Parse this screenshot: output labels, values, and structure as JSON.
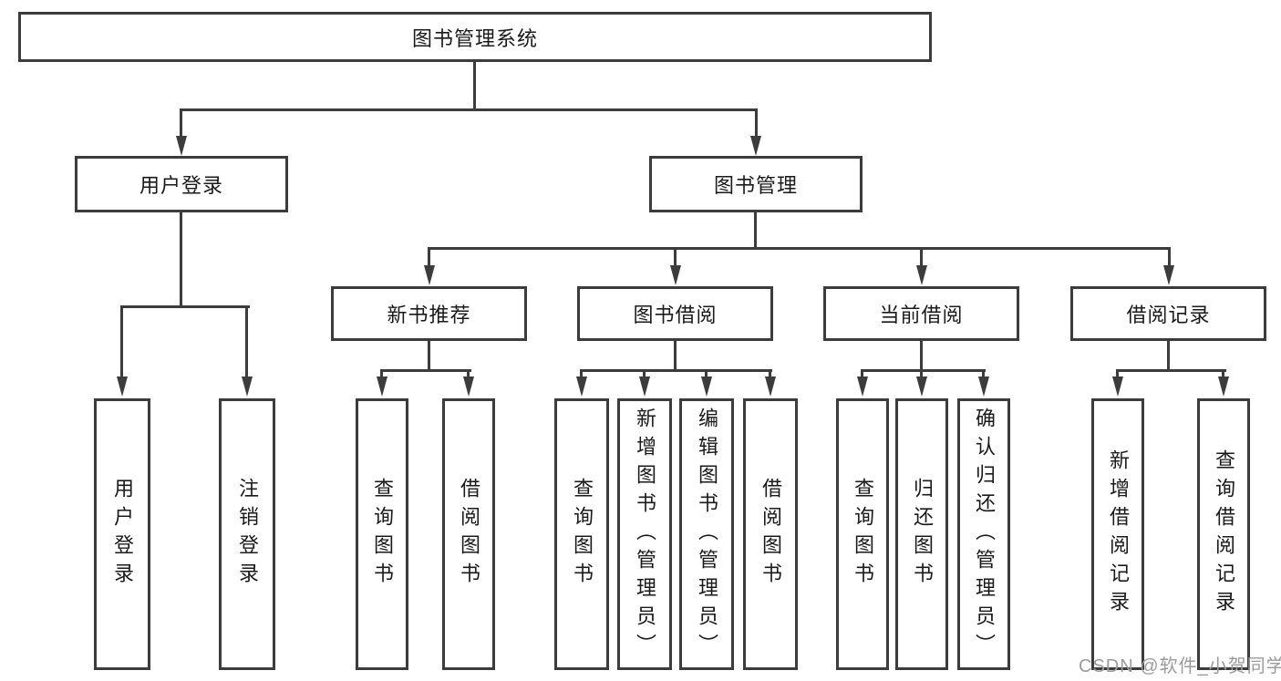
{
  "diagram": {
    "root": {
      "label": "图书管理系统"
    },
    "level2": [
      {
        "label": "用户登录"
      },
      {
        "label": "图书管理"
      }
    ],
    "level3": [
      {
        "label": "新书推荐"
      },
      {
        "label": "图书借阅"
      },
      {
        "label": "当前借阅"
      },
      {
        "label": "借阅记录"
      }
    ],
    "leaves": {
      "user_login": [
        {
          "label": "用户登录"
        },
        {
          "label": "注销登录"
        }
      ],
      "new_book_rec": [
        {
          "label": "查询图书"
        },
        {
          "label": "借阅图书"
        }
      ],
      "book_borrowing": [
        {
          "label": "查询图书"
        },
        {
          "label": "新增图书（管理员）"
        },
        {
          "label": "编辑图书（管理员）"
        },
        {
          "label": "借阅图书"
        }
      ],
      "current_borrowing": [
        {
          "label": "查询图书"
        },
        {
          "label": "归还图书"
        },
        {
          "label": "确认归还（管理员）"
        }
      ],
      "borrowing_records": [
        {
          "label": "新增借阅记录"
        },
        {
          "label": "查询借阅记录"
        }
      ]
    }
  },
  "watermark": {
    "text": "CSDN @软件_小贺同学"
  },
  "colors": {
    "line": "#3c3c3c",
    "text": "#1a1a1a",
    "watermark": "#9b9b9b",
    "background": "#ffffff"
  }
}
